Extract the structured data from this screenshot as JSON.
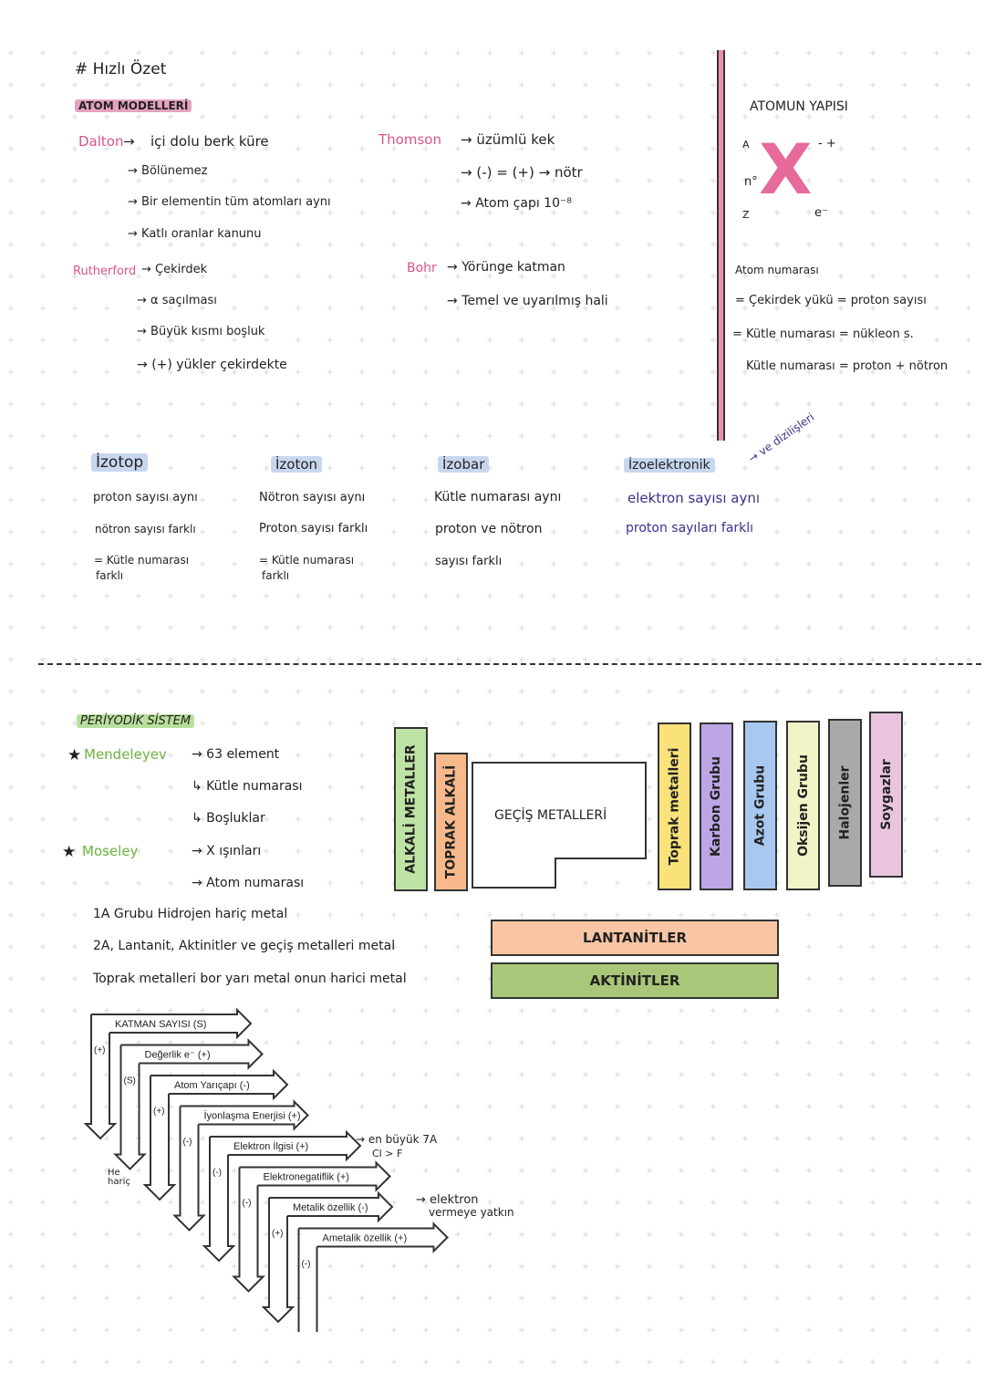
{
  "title": "# Hızlı Özet",
  "atom_models": {
    "heading": "ATOM MODELLERİ",
    "dalton": {
      "name": "Dalton",
      "lines": [
        "içi dolu berk küre",
        "Bölünemez",
        "Bir elementin tüm atomları aynı",
        "Katlı oranlar kanunu"
      ]
    },
    "rutherford": {
      "name": "Rutherford",
      "lines": [
        "Çekirdek",
        "α saçılması",
        "Büyük kısmı boşluk",
        "(+) yükler çekirdekte"
      ]
    },
    "thomson": {
      "name": "Thomson",
      "lines": [
        "üzümlü kek",
        "(-) = (+) → nötr",
        "Atom çapı 10⁻⁸"
      ]
    },
    "bohr": {
      "name": "Bohr",
      "lines": [
        "Yörünge katman",
        "Temel ve uyarılmış hali"
      ]
    }
  },
  "atom_structure": {
    "heading": "ATOMUN YAPISI",
    "symbol": "X",
    "labels": {
      "a": "A",
      "n": "n°",
      "z": "Z",
      "charge": "- +",
      "e": "e⁻"
    },
    "lines": [
      "Atom numarası",
      "= Çekirdek yükü = proton sayısı",
      "= Kütle numarası = nükleon s.",
      "Kütle numarası = proton + nötron"
    ]
  },
  "iso": {
    "izotop": {
      "title": "İzotop",
      "lines": [
        "proton sayısı aynı",
        "nötron sayısı farklı",
        "= Kütle numarası",
        "farklı"
      ]
    },
    "izoton": {
      "title": "İzoton",
      "lines": [
        "Nötron sayısı aynı",
        "Proton sayısı farklı",
        "= Kütle numarası",
        "farklı"
      ]
    },
    "izobar": {
      "title": "İzobar",
      "lines": [
        "Kütle numarası aynı",
        "proton ve nötron",
        "sayısı farklı"
      ]
    },
    "izoelektronik": {
      "title": "İzoelektronik",
      "lines": [
        "elektron sayısı aynı",
        "proton sayıları farklı"
      ],
      "note": "→ ve dizilişleri"
    }
  },
  "periodic": {
    "heading": "PERİYODİK SİSTEM",
    "mendeleyev": {
      "name": "Mendeleyev",
      "lines": [
        "→ 63 element",
        "↳ Kütle numarası",
        "↳ Boşluklar"
      ]
    },
    "moseley": {
      "name": "Moseley",
      "lines": [
        "→ X ışınları",
        "→ Atom numarası"
      ]
    },
    "notes": [
      "1A Grubu Hidrojen hariç metal",
      "2A, Lantanit, Aktinitler ve geçiş metalleri metal",
      "Toprak metalleri bor yarı metal onun harici metal"
    ],
    "groups": [
      {
        "label": "ALKALİ METALLER",
        "color": "#bfe3a6"
      },
      {
        "label": "TOPRAK ALKALİ",
        "color": "#f7b98c"
      },
      {
        "label": "Toprak metalleri",
        "color": "#f9e27a"
      },
      {
        "label": "Karbon Grubu",
        "color": "#bca6e6"
      },
      {
        "label": "Azot Grubu",
        "color": "#a9c8ef"
      },
      {
        "label": "Oksijen Grubu",
        "color": "#f3f3c8"
      },
      {
        "label": "Halojenler",
        "color": "#a8aaa9"
      },
      {
        "label": "Soygazlar",
        "color": "#e9c4df"
      }
    ],
    "transition": "GEÇİŞ METALLERİ",
    "lanthanides": {
      "label": "LANTANİTLER",
      "color": "#f9c6a4"
    },
    "actinides": {
      "label": "AKTİNİTLER",
      "color": "#a8c778"
    }
  },
  "trends": {
    "items": [
      {
        "label": "KATMAN SAYISI",
        "sign": "(S)",
        "down": "(+)"
      },
      {
        "label": "Değerlik e⁻",
        "sign": "(+)",
        "down": "(S)"
      },
      {
        "label": "Atom Yarıçapı",
        "sign": "(-)",
        "down": "(+)"
      },
      {
        "label": "İyonlaşma Enerjisi",
        "sign": "(+)",
        "down": "(-)"
      },
      {
        "label": "Elektron İlgisi",
        "sign": "(+)",
        "down": "(-)"
      },
      {
        "label": "Elektronegatiflik",
        "sign": "(+)",
        "down": "(-)"
      },
      {
        "label": "Metalik özellik",
        "sign": "(-)",
        "down": "(+)"
      },
      {
        "label": "Ametalik özellik",
        "sign": "(+)",
        "down": "(-)"
      }
    ],
    "he_note": "He hariç",
    "note_ea": [
      "→ en büyük 7A",
      "Cl > F"
    ],
    "note_metal": [
      "→ elektron",
      "vermeye yatkın"
    ]
  }
}
